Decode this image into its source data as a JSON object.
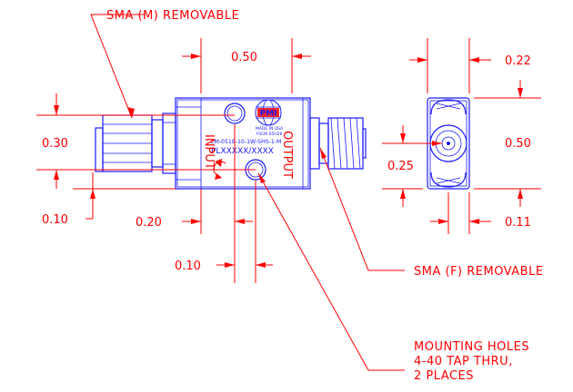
{
  "colors": {
    "dimension": "#ff0000",
    "outline": "#1a1aff",
    "background": "#ffffff"
  },
  "callouts": {
    "sma_male": "SMA (M) REMOVABLE",
    "sma_female": "SMA (F) REMOVABLE",
    "mounting_line1": "MOUNTING HOLES",
    "mounting_line2": "4-40 TAP THRU,",
    "mounting_line3": "2 PLACES"
  },
  "dimensions": {
    "width_050": "0.50",
    "height_030": "0.30",
    "offset_010_left": "0.10",
    "offset_020": "0.20",
    "offset_010_bottom": "0.10",
    "end_022": "0.22",
    "end_050": "0.50",
    "end_025": "0.25",
    "end_011": "0.11"
  },
  "body_label": {
    "logo": "PMI",
    "made_in": "MADE IN USA",
    "cage": "FSCM 05H28",
    "model": "LM-0518-10-1W-SHS-1-M",
    "part": "PLXXXXX/XXXX",
    "input": "INPUT",
    "output": "OUTPUT"
  },
  "icons": {
    "mounting_hole": "tapped-hole-icon",
    "arrow": "circular-arrow-icon",
    "coax_center": "coax-center-pin-icon"
  }
}
